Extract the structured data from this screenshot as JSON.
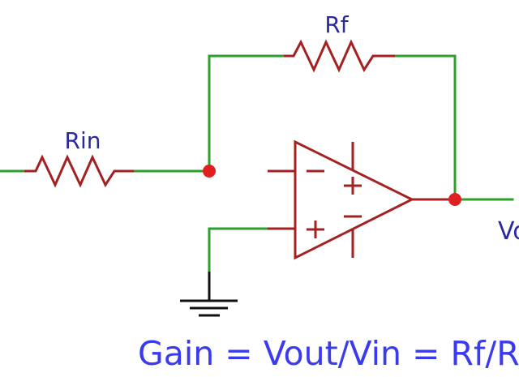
{
  "labels": {
    "rf": "Rf",
    "rin": "Rin",
    "vout": "Vout",
    "formula": "Gain = Vout/Vin = Rf/Rin"
  },
  "colors": {
    "wire": "#2ca02c",
    "component": "#a52020",
    "node": "#e02020",
    "label": "#2a2aa0",
    "formula": "#3a3af0"
  }
}
